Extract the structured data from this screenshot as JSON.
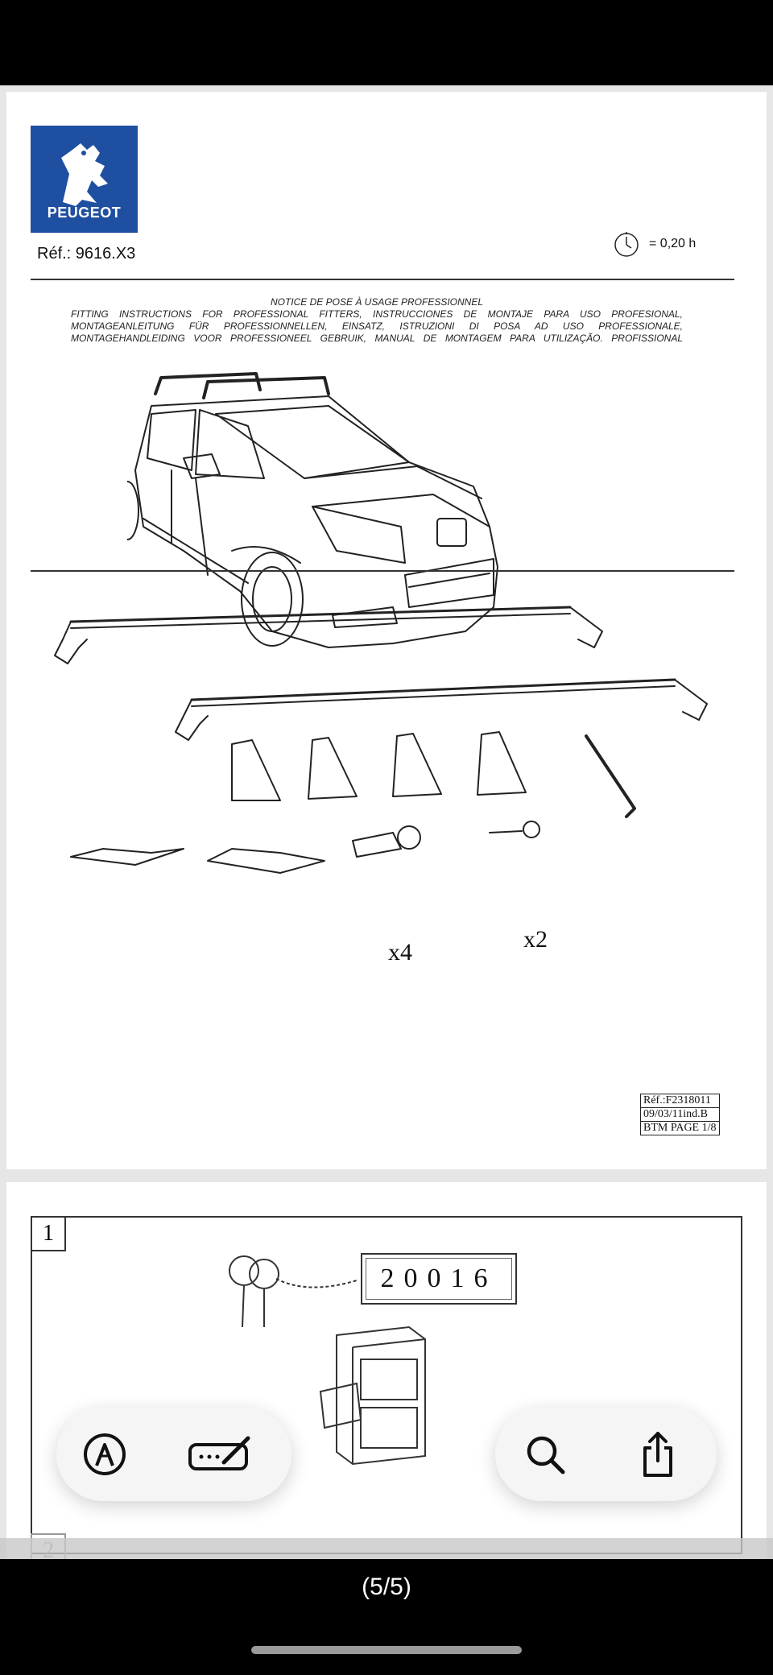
{
  "document": {
    "brand": "PEUGEOT",
    "reference": "Réf.: 9616.X3",
    "time_estimate": "= 0,20 h",
    "notice_lines": [
      "NOTICE DE POSE À USAGE PROFESSIONNEL",
      "FITTING INSTRUCTIONS FOR PROFESSIONAL FITTERS, INSTRUCCIONES DE MONTAJE PARA USO PROFESIONAL,",
      "MONTAGEANLEITUNG FÜR PROFESSIONNELLEN, EINSATZ, ISTRUZIONI DI POSA AD USO PROFESSIONALE,",
      "MONTAGEHANDLEIDING VOOR PROFESSIONEEL GEBRUIK, MANUAL DE MONTAGEM PARA UTILIZAÇÃO. PROFISSIONAL"
    ],
    "quantities": {
      "locks": "x4",
      "keys": "x2"
    },
    "stamp": [
      "Réf.:F2318011",
      "09/03/11ind.B",
      "BTM PAGE 1/8"
    ],
    "step1": {
      "number": "1",
      "code": "20016"
    },
    "step2": {
      "number": "2"
    }
  },
  "toolbar": {
    "left_icons": [
      "markup-pen-icon",
      "signature-icon"
    ],
    "right_icons": [
      "search-icon",
      "share-icon"
    ]
  },
  "pager": {
    "indicator": "(5/5)"
  }
}
